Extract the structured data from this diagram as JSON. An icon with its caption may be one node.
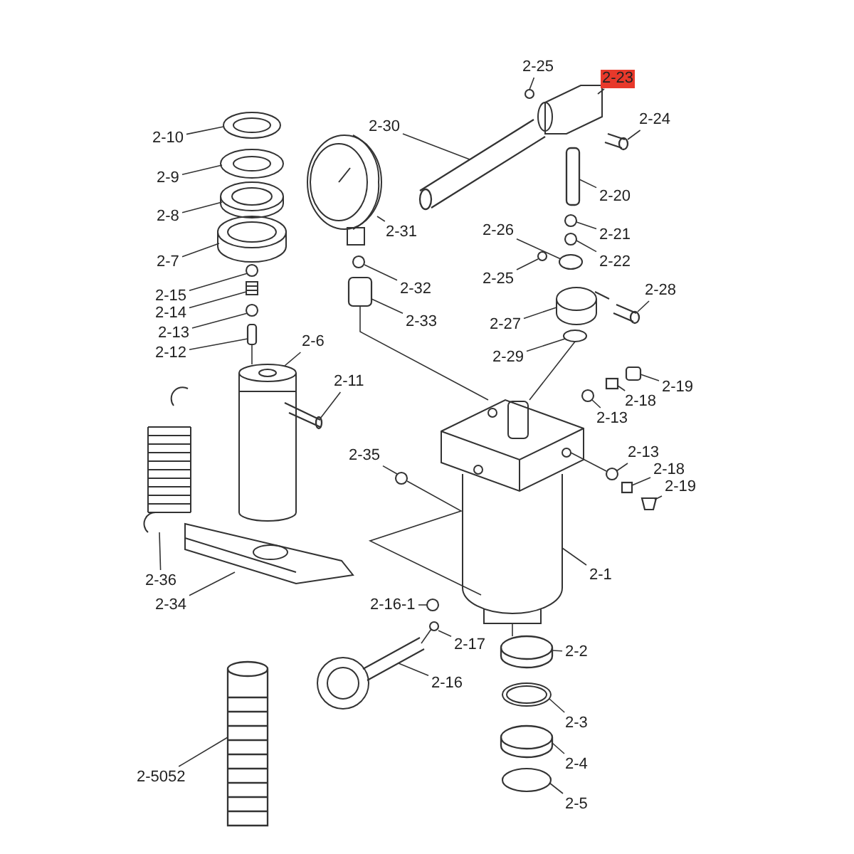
{
  "diagram": {
    "nodes": [
      {
        "text": [
          "2-10"
        ]
      },
      {
        "text": [
          "2-9"
        ]
      },
      {
        "text": [
          "2-8"
        ]
      },
      {
        "text": [
          "2-7"
        ]
      },
      {
        "text": [
          "2-15"
        ]
      },
      {
        "text": [
          "2-14"
        ]
      },
      {
        "text": [
          "2-13"
        ]
      },
      {
        "text": [
          "2-12"
        ]
      },
      {
        "text": [
          "2-6"
        ]
      },
      {
        "text": [
          "2-11"
        ]
      },
      {
        "text": [
          "2-36"
        ]
      },
      {
        "text": [
          "2-34"
        ]
      },
      {
        "text": [
          "2-35"
        ]
      },
      {
        "text": [
          "2-30"
        ]
      },
      {
        "text": [
          "2-31"
        ]
      },
      {
        "text": [
          "2-32"
        ]
      },
      {
        "text": [
          "2-33"
        ]
      },
      {
        "text": [
          "2-25"
        ]
      },
      {
        "text": [
          "2-23"
        ]
      },
      {
        "text": [
          "2-24"
        ]
      },
      {
        "text": [
          "2-20"
        ]
      },
      {
        "text": [
          "2-21"
        ]
      },
      {
        "text": [
          "2-22"
        ]
      },
      {
        "text": [
          "2-26"
        ]
      },
      {
        "text": [
          "2-25"
        ]
      },
      {
        "text": [
          "2-28"
        ]
      },
      {
        "text": [
          "2-27"
        ]
      },
      {
        "text": [
          "2-29"
        ]
      },
      {
        "text": [
          "2-19"
        ]
      },
      {
        "text": [
          "2-18"
        ]
      },
      {
        "text": [
          "2-13"
        ]
      },
      {
        "text": [
          "2-13"
        ]
      },
      {
        "text": [
          "2-18"
        ]
      },
      {
        "text": [
          "2-19"
        ]
      },
      {
        "text": [
          "2-1"
        ]
      },
      {
        "text": [
          "2-16-1"
        ]
      },
      {
        "text": [
          "2-17"
        ]
      },
      {
        "text": [
          "2-16"
        ]
      },
      {
        "text": [
          "2-2"
        ]
      },
      {
        "text": [
          "2-3"
        ]
      },
      {
        "text": [
          "2-4"
        ]
      },
      {
        "text": [
          "2-5"
        ]
      },
      {
        "text": [
          "2-5052"
        ]
      },
      {
        "text": [],
        "shape": "picture"
      },
      {
        "text": [],
        "shape": "picture"
      },
      {
        "text": [],
        "shape": "picture"
      },
      {
        "text": [],
        "shape": "picture"
      },
      {
        "text": [],
        "shape": "circle"
      },
      {
        "text": [],
        "shape": "picture"
      },
      {
        "text": [],
        "shape": "circle"
      },
      {
        "text": [],
        "shape": "box"
      },
      {
        "text": [],
        "shape": "picture"
      },
      {
        "text": [],
        "shape": "cylinder"
      },
      {
        "text": [],
        "shape": "picture"
      },
      {
        "text": [],
        "shape": "picture"
      },
      {
        "text": [],
        "shape": "circle"
      },
      {
        "text": [],
        "shape": "cylinder"
      },
      {
        "text": [],
        "shape": "picture"
      },
      {
        "text": [],
        "shape": "circle"
      },
      {
        "text": [],
        "shape": "box"
      },
      {
        "text": [],
        "shape": "circle"
      },
      {
        "text": [],
        "shape": "picture"
      },
      {
        "text": [],
        "shape": "cylinder"
      },
      {
        "text": [],
        "shape": "cylinder"
      },
      {
        "text": [],
        "shape": "circle"
      },
      {
        "text": [],
        "shape": "circle"
      },
      {
        "text": [],
        "shape": "circle"
      },
      {
        "text": [],
        "shape": "circle"
      },
      {
        "text": [],
        "shape": "cylinder"
      },
      {
        "text": [],
        "shape": "picture"
      },
      {
        "text": [],
        "shape": "circle"
      },
      {
        "text": [],
        "shape": "box"
      },
      {
        "text": [],
        "shape": "box"
      },
      {
        "text": [],
        "shape": "circle"
      },
      {
        "text": [],
        "shape": "circle"
      },
      {
        "text": [],
        "shape": "box"
      },
      {
        "text": [],
        "shape": "box"
      },
      {
        "text": [],
        "shape": "picture"
      },
      {
        "text": [],
        "shape": "circle"
      },
      {
        "text": [],
        "shape": "circle"
      },
      {
        "text": [],
        "shape": "picture"
      },
      {
        "text": [],
        "shape": "cylinder"
      },
      {
        "text": [],
        "shape": "picture"
      },
      {
        "text": [],
        "shape": "cylinder"
      },
      {
        "text": [],
        "shape": "circle"
      },
      {
        "text": [],
        "shape": "cylinder"
      }
    ],
    "edges": [
      {
        "from": 0,
        "to": 43,
        "arrow": "none"
      },
      {
        "from": 1,
        "to": 44,
        "arrow": "none"
      },
      {
        "from": 2,
        "to": 45,
        "arrow": "none"
      },
      {
        "from": 3,
        "to": 46,
        "arrow": "none"
      },
      {
        "from": 4,
        "to": 47,
        "arrow": "none"
      },
      {
        "from": 5,
        "to": 48,
        "arrow": "none"
      },
      {
        "from": 6,
        "to": 49,
        "arrow": "none"
      },
      {
        "from": 7,
        "to": 50,
        "arrow": "none"
      },
      {
        "from": 8,
        "to": 51,
        "arrow": "none"
      },
      {
        "from": 9,
        "to": 52,
        "arrow": "none"
      },
      {
        "from": 10,
        "to": 53,
        "arrow": "none"
      },
      {
        "from": 11,
        "to": 54,
        "arrow": "none"
      },
      {
        "from": 12,
        "to": 55,
        "arrow": "none"
      },
      {
        "from": 13,
        "to": 56,
        "arrow": "none"
      },
      {
        "from": 14,
        "to": 57,
        "arrow": "none"
      },
      {
        "from": 15,
        "to": 58,
        "arrow": "none"
      },
      {
        "from": 16,
        "to": 59,
        "arrow": "none"
      },
      {
        "from": 17,
        "to": 60,
        "arrow": "none"
      },
      {
        "from": 18,
        "to": 61,
        "arrow": "none"
      },
      {
        "from": 19,
        "to": 62,
        "arrow": "none"
      },
      {
        "from": 20,
        "to": 63,
        "arrow": "none"
      },
      {
        "from": 21,
        "to": 64,
        "arrow": "none"
      },
      {
        "from": 22,
        "to": 65,
        "arrow": "none"
      },
      {
        "from": 23,
        "to": 66,
        "arrow": "none"
      },
      {
        "from": 24,
        "to": 67,
        "arrow": "none"
      },
      {
        "from": 25,
        "to": 68,
        "arrow": "none"
      },
      {
        "from": 26,
        "to": 69,
        "arrow": "none"
      },
      {
        "from": 27,
        "to": 70,
        "arrow": "none"
      },
      {
        "from": 28,
        "to": 71,
        "arrow": "none"
      },
      {
        "from": 29,
        "to": 72,
        "arrow": "none"
      },
      {
        "from": 30,
        "to": 73,
        "arrow": "none"
      },
      {
        "from": 31,
        "to": 74,
        "arrow": "none"
      },
      {
        "from": 32,
        "to": 75,
        "arrow": "none"
      },
      {
        "from": 33,
        "to": 76,
        "arrow": "none"
      },
      {
        "from": 34,
        "to": 77,
        "arrow": "none"
      },
      {
        "from": 35,
        "to": 78,
        "arrow": "none"
      },
      {
        "from": 36,
        "to": 79,
        "arrow": "none"
      },
      {
        "from": 37,
        "to": 80,
        "arrow": "none"
      },
      {
        "from": 38,
        "to": 81,
        "arrow": "none"
      },
      {
        "from": 39,
        "to": 82,
        "arrow": "none"
      },
      {
        "from": 40,
        "to": 83,
        "arrow": "none"
      },
      {
        "from": 41,
        "to": 84,
        "arrow": "none"
      },
      {
        "from": 42,
        "to": 85,
        "arrow": "none"
      },
      {
        "from": 50,
        "to": 51,
        "arrow": "none"
      },
      {
        "from": 59,
        "to": 77,
        "arrow": "none"
      },
      {
        "from": 70,
        "to": 77,
        "arrow": "none"
      },
      {
        "from": 55,
        "to": 77,
        "arrow": "none"
      },
      {
        "from": 74,
        "to": 77,
        "arrow": "none"
      },
      {
        "from": 80,
        "to": 79,
        "arrow": "none"
      },
      {
        "from": 77,
        "to": 81,
        "arrow": "none"
      }
    ]
  }
}
